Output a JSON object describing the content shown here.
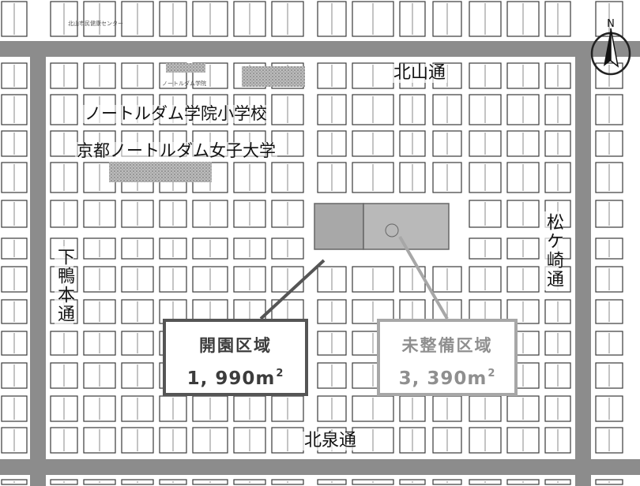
{
  "map": {
    "schools": {
      "elementary": "ノートルダム学院小学校",
      "university": "京都ノートルダム女子大学"
    },
    "roads": {
      "kitayama": "北山通",
      "kitaizumi": "北泉通",
      "matsugasaki": "松ケ崎通",
      "shimogamo": "下鴨本通"
    },
    "areas": {
      "opened": {
        "label": "開園区域",
        "value": "1, 990",
        "unit": "m",
        "exponent": "2"
      },
      "undeveloped": {
        "label": "未整備区域",
        "value": "3, 390",
        "unit": "m",
        "exponent": "2"
      }
    },
    "north_label": "N",
    "small_text": {
      "top_facility": "北山市民健康センター",
      "school_small": "ノートルダム学院"
    },
    "colors": {
      "road": "#8c8c8c",
      "block_outline": "#3a3a3a",
      "park_fill": "#a8a8a8",
      "school_hatch": "#9a9a9a",
      "callout_opened": "#555555",
      "callout_undeveloped": "#a7a7a7"
    }
  }
}
